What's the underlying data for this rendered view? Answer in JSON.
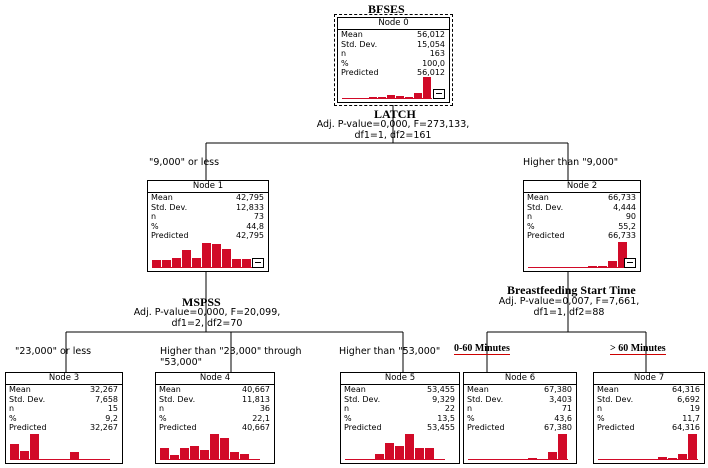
{
  "splits": {
    "latch": {
      "name": "LATCH",
      "line1": "Adj. P-value=0,000, F=273,133,",
      "line2": "df1=1, df2=161"
    },
    "mspss": {
      "name": "MSPSS",
      "line1": "Adj. P-value=0,000, F=20,099,",
      "line2": "df1=2, df2=70"
    },
    "bst": {
      "name": "Breastfeeding Start Time",
      "line1": "Adj. P-value=0,007, F=7,661,",
      "line2": "df1=1, df2=88"
    }
  },
  "root_title": "BFSES",
  "branches": {
    "b1": "\"9,000\" or less",
    "b2": "Higher than \"9,000\"",
    "b3": "\"23,000\" or less",
    "b4a": "Higher than \"23,000\" through",
    "b4b": "\"53,000\"",
    "b5": "Higher than \"53,000\"",
    "b6": "0-60 Minutes",
    "b7": "> 60 Minutes"
  },
  "stat_labels": {
    "mean": "Mean",
    "sd": "Std. Dev.",
    "n": "n",
    "pct": "%",
    "pred": "Predicted"
  },
  "nodes": {
    "n0": {
      "title": "Node 0",
      "mean": "56,012",
      "sd": "15,054",
      "n": "163",
      "pct": "100,0",
      "pred": "56,012",
      "hist": [
        0.04,
        0.04,
        0.05,
        0.1,
        0.08,
        0.16,
        0.13,
        0.1,
        0.28,
        1.0
      ]
    },
    "n1": {
      "title": "Node 1",
      "mean": "42,795",
      "sd": "12,833",
      "n": "73",
      "pct": "44,8",
      "pred": "42,795",
      "hist": [
        0.3,
        0.3,
        0.4,
        0.7,
        0.38,
        0.95,
        0.92,
        0.75,
        0.35,
        0.36
      ]
    },
    "n2": {
      "title": "Node 2",
      "mean": "66,733",
      "sd": "4,444",
      "n": "90",
      "pct": "55,2",
      "pred": "66,733",
      "hist": [
        0,
        0,
        0,
        0,
        0,
        0,
        0.08,
        0.06,
        0.28,
        1.0
      ]
    },
    "n3": {
      "title": "Node 3",
      "mean": "32,267",
      "sd": "7,658",
      "n": "15",
      "pct": "9,2",
      "pred": "32,267",
      "hist": [
        0.6,
        0.35,
        1.0,
        0,
        0,
        0,
        0.3,
        0,
        0,
        0
      ]
    },
    "n4": {
      "title": "Node 4",
      "mean": "40,667",
      "sd": "11,813",
      "n": "36",
      "pct": "22,1",
      "pred": "40,667",
      "hist": [
        0.45,
        0.2,
        0.45,
        0.55,
        0.4,
        1.0,
        0.85,
        0.3,
        0.22,
        0
      ]
    },
    "n5": {
      "title": "Node 5",
      "mean": "53,455",
      "sd": "9,329",
      "n": "22",
      "pct": "13,5",
      "pred": "53,455",
      "hist": [
        0,
        0,
        0,
        0.25,
        0.65,
        0.55,
        1.0,
        0.45,
        0.45,
        0
      ]
    },
    "n6": {
      "title": "Node 6",
      "mean": "67,380",
      "sd": "3,403",
      "n": "71",
      "pct": "43,6",
      "pred": "67,380",
      "hist": [
        0,
        0,
        0,
        0,
        0,
        0,
        0.08,
        0.05,
        0.3,
        1.0
      ]
    },
    "n7": {
      "title": "Node 7",
      "mean": "64,316",
      "sd": "6,692",
      "n": "19",
      "pct": "11,7",
      "pred": "64,316",
      "hist": [
        0,
        0,
        0,
        0,
        0,
        0,
        0.1,
        0.08,
        0.25,
        1.0
      ]
    }
  }
}
